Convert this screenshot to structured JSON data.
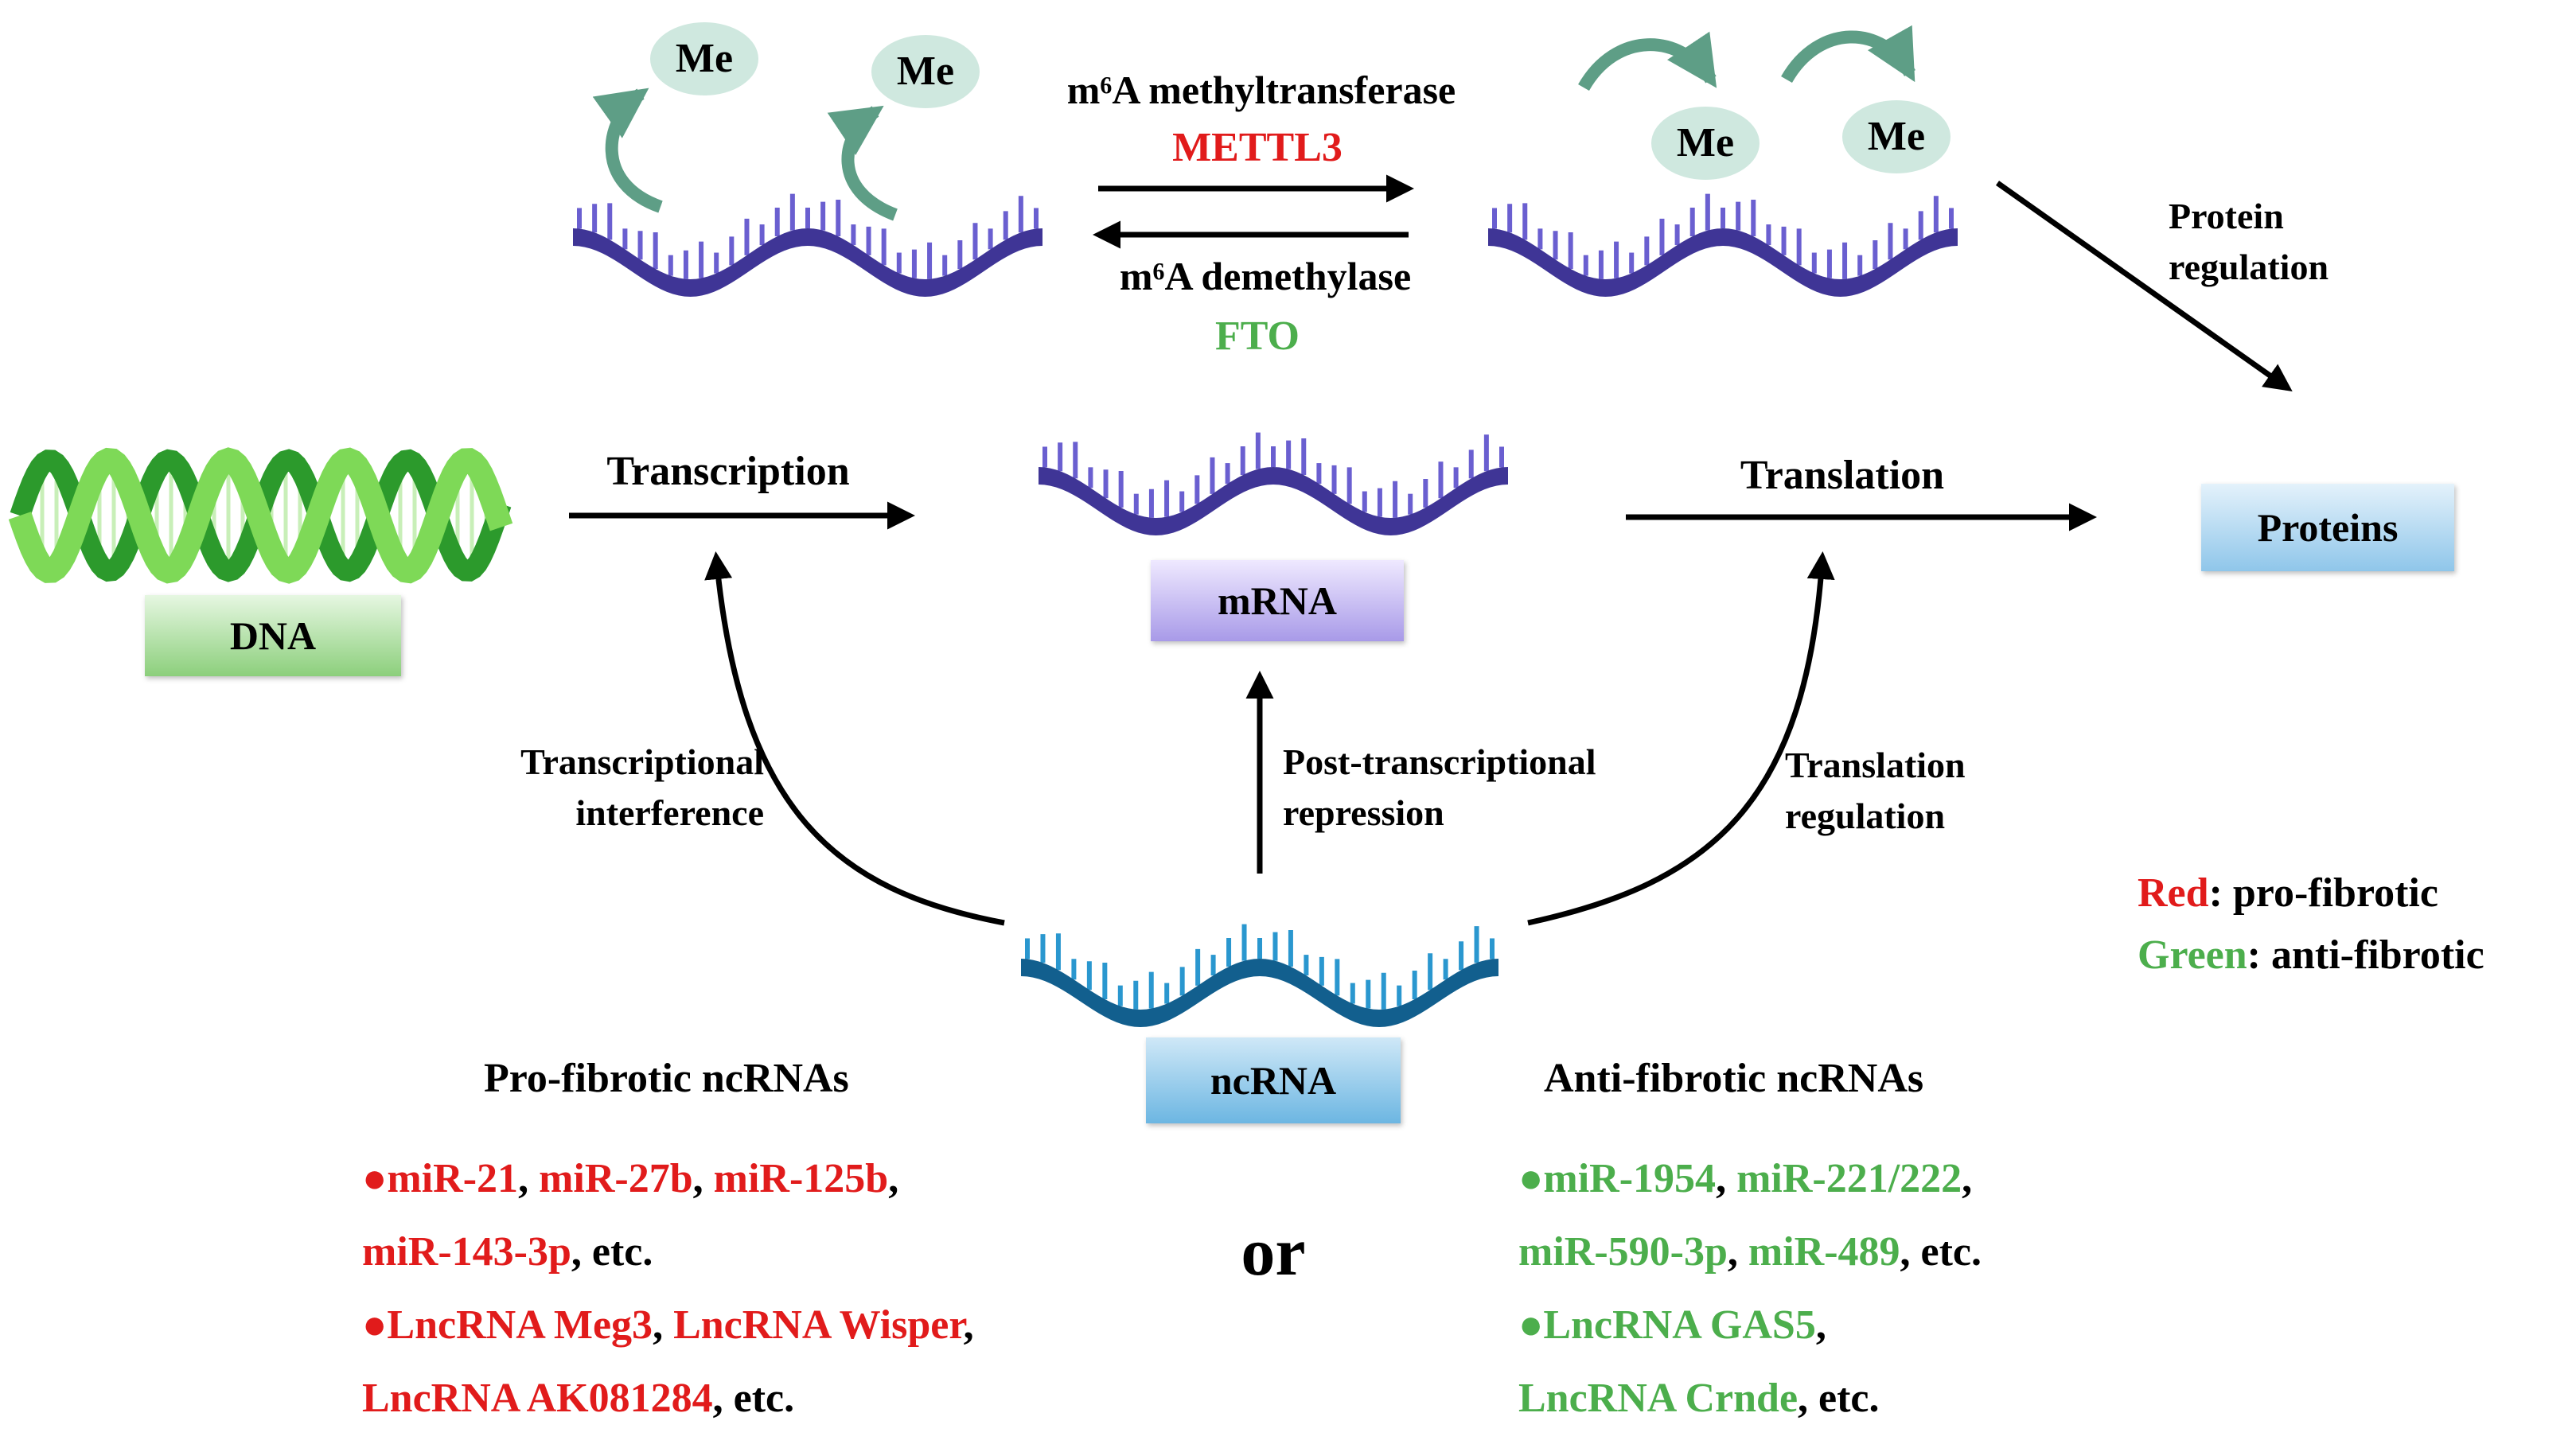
{
  "methylation": {
    "enzyme_top": "m⁶A methyltransferase",
    "writer": "METTL3",
    "enzyme_bottom": "m⁶A demethylase",
    "eraser": "FTO",
    "me_label": "Me"
  },
  "flow": {
    "transcription": "Transcription",
    "translation": "Translation",
    "protein_regulation": [
      "Protein",
      "regulation"
    ]
  },
  "nodes": {
    "dna": "DNA",
    "mrna": "mRNA",
    "proteins": "Proteins",
    "ncrna": "ncRNA"
  },
  "mechanisms": {
    "transcriptional_interference": [
      "Transcriptional",
      "interference"
    ],
    "post_transcriptional_repression": [
      "Post-transcriptional",
      "repression"
    ],
    "translation_regulation": [
      "Translation",
      "regulation"
    ]
  },
  "legend": {
    "red_word": "Red",
    "red_desc": ": pro-fibrotic",
    "green_word": "Green",
    "green_desc": ": anti-fibrotic"
  },
  "pro_fibrotic": {
    "title": "Pro-fibrotic ncRNAs",
    "bullet": "●",
    "line1": [
      "miR-21",
      "miR-27b",
      "miR-125b"
    ],
    "line2": [
      "miR-143-3p"
    ],
    "line3": [
      "LncRNA Meg3",
      "LncRNA Wisper"
    ],
    "line4": [
      "LncRNA AK081284"
    ]
  },
  "anti_fibrotic": {
    "title": "Anti-fibrotic ncRNAs",
    "bullet": "●",
    "line1": [
      "miR-1954",
      "miR-221/222"
    ],
    "line2": [
      "miR-590-3p",
      "miR-489"
    ],
    "line3": [
      "LncRNA GAS5"
    ],
    "line4": [
      "LncRNA Crnde"
    ]
  },
  "connector_or": "or",
  "punct": {
    "comma": ", ",
    "etc": ", etc."
  },
  "colors": {
    "pro": "#e11b1b",
    "anti": "#4cae4c",
    "rna_strand": "#6a5fd0",
    "rna_back": "#3f3596",
    "ncrna_strand": "#2a97cf",
    "ncrna_back": "#125f8e",
    "dna_light": "#7ed957",
    "dna_dark": "#2c9a2c",
    "me_circle": "#cfe8df",
    "me_arrow": "#5e9e86"
  }
}
